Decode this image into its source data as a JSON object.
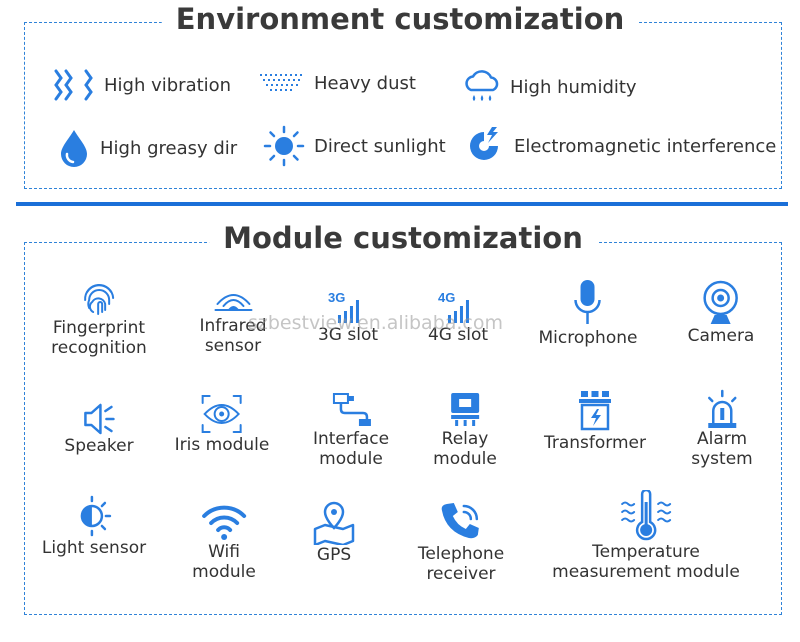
{
  "env": {
    "title": "Environment customization",
    "items": [
      {
        "label": "High vibration",
        "icon": "vibration-icon"
      },
      {
        "label": "Heavy dust",
        "icon": "dust-icon"
      },
      {
        "label": "High humidity",
        "icon": "humidity-cloud-icon"
      },
      {
        "label": "High greasy dir",
        "icon": "oil-drop-icon"
      },
      {
        "label": "Direct sunlight",
        "icon": "sun-icon"
      },
      {
        "label": "Electromagnetic interference",
        "icon": "magnet-icon"
      }
    ]
  },
  "modules": {
    "title": "Module customization",
    "items": [
      {
        "label1": "Fingerprint",
        "label2": "recognition",
        "icon": "fingerprint-icon"
      },
      {
        "label1": "Infrared",
        "label2": "sensor",
        "icon": "infrared-icon"
      },
      {
        "label1": "3G slot",
        "label2": "",
        "icon": "3g-signal-icon",
        "badge": "3G"
      },
      {
        "label1": "4G slot",
        "label2": "",
        "icon": "4g-signal-icon",
        "badge": "4G"
      },
      {
        "label1": "Microphone",
        "label2": "",
        "icon": "microphone-icon"
      },
      {
        "label1": "Camera",
        "label2": "",
        "icon": "camera-icon"
      },
      {
        "label1": "Speaker",
        "label2": "",
        "icon": "speaker-icon"
      },
      {
        "label1": "Iris module",
        "label2": "",
        "icon": "iris-icon"
      },
      {
        "label1": "Interface",
        "label2": "module",
        "icon": "usb-cable-icon"
      },
      {
        "label1": "Relay",
        "label2": "module",
        "icon": "relay-icon"
      },
      {
        "label1": "Transformer",
        "label2": "",
        "icon": "transformer-icon"
      },
      {
        "label1": "Alarm",
        "label2": "system",
        "icon": "alarm-light-icon"
      },
      {
        "label1": "Light sensor",
        "label2": "",
        "icon": "light-sensor-icon"
      },
      {
        "label1": "Wifi",
        "label2": "module",
        "icon": "wifi-icon"
      },
      {
        "label1": "GPS",
        "label2": "",
        "icon": "map-pin-icon"
      },
      {
        "label1": "Telephone",
        "label2": "receiver",
        "icon": "telephone-icon"
      },
      {
        "label1": "Temperature",
        "label2": "measurement module",
        "icon": "thermometer-icon"
      }
    ]
  },
  "watermark": "szbestview.en.alibaba.com",
  "colors": {
    "accent": "#1a6fd8",
    "icon": "#2a7ee0",
    "border": "#2f83d8"
  }
}
